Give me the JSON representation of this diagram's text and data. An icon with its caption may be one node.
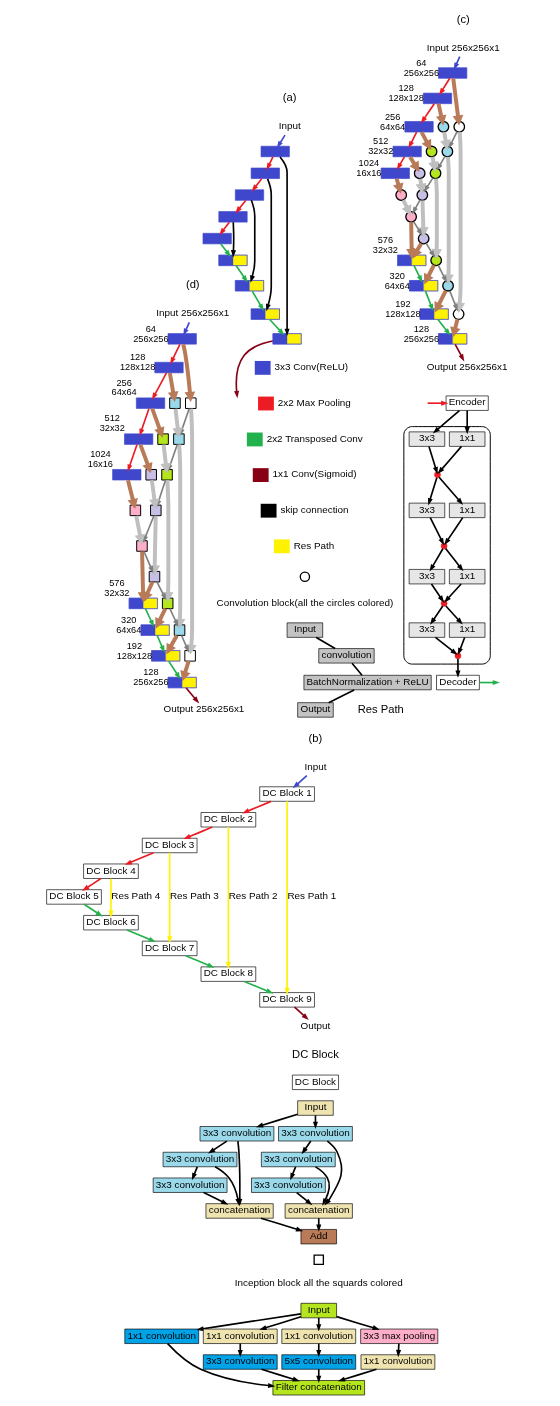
{
  "diagram": {
    "nodes": [
      {
        "text": [
          "Input"
        ]
      },
      {
        "text": [
          "DC Block 1"
        ]
      },
      {
        "text": [
          "DC Block 2"
        ]
      },
      {
        "text": [
          "DC Block 3"
        ]
      },
      {
        "text": [
          "DC Block 4"
        ]
      },
      {
        "text": [
          "DC Block 5"
        ]
      },
      {
        "text": [
          "DC Block 6"
        ]
      },
      {
        "text": [
          "DC Block 7"
        ]
      },
      {
        "text": [
          "DC Block 8"
        ]
      },
      {
        "text": [
          "DC Block 9"
        ]
      },
      {
        "text": [
          "Output"
        ]
      },
      {
        "text": [
          "Input"
        ]
      },
      {
        "text": [],
        "shape": "bar"
      },
      {
        "text": [],
        "shape": "bar"
      },
      {
        "text": [],
        "shape": "bar"
      },
      {
        "text": [],
        "shape": "bar"
      },
      {
        "text": [],
        "shape": "bar"
      },
      {
        "text": [],
        "shape": "bar"
      },
      {
        "text": [],
        "shape": "bar"
      },
      {
        "text": [],
        "shape": "bar"
      },
      {
        "text": [],
        "shape": "bar"
      },
      {
        "text": [
          "Input 256x256x1"
        ]
      },
      {
        "text": [],
        "shape": "bar",
        "beside": [
          "64",
          "256x256"
        ]
      },
      {
        "text": [],
        "shape": "bar",
        "beside": [
          "128",
          "128x128"
        ]
      },
      {
        "text": [],
        "shape": "bar",
        "beside": [
          "256",
          "64x64"
        ]
      },
      {
        "text": [],
        "shape": "bar",
        "beside": [
          "512",
          "32x32"
        ]
      },
      {
        "text": [],
        "shape": "bar",
        "beside": [
          "1024",
          "16x16"
        ]
      },
      {
        "text": [],
        "shape": "bar",
        "beside": [
          "576",
          "32x32"
        ]
      },
      {
        "text": [],
        "shape": "bar",
        "beside": [
          "320",
          "64x64"
        ]
      },
      {
        "text": [],
        "shape": "bar",
        "beside": [
          "192",
          "128x128"
        ]
      },
      {
        "text": [],
        "shape": "bar",
        "beside": [
          "128",
          "256x256"
        ]
      },
      {
        "text": [
          "Output 256x256x1"
        ]
      },
      {
        "text": [],
        "shape": "circle"
      },
      {
        "text": [],
        "shape": "circle"
      },
      {
        "text": [],
        "shape": "circle"
      },
      {
        "text": [],
        "shape": "circle"
      },
      {
        "text": [],
        "shape": "circle"
      },
      {
        "text": [],
        "shape": "circle"
      },
      {
        "text": [],
        "shape": "circle"
      },
      {
        "text": [],
        "shape": "circle"
      },
      {
        "text": [],
        "shape": "circle"
      },
      {
        "text": [],
        "shape": "circle"
      },
      {
        "text": [],
        "shape": "circle"
      },
      {
        "text": [],
        "shape": "circle"
      },
      {
        "text": [],
        "shape": "circle"
      },
      {
        "text": [
          "Input 256x256x1"
        ]
      },
      {
        "text": [],
        "shape": "bar",
        "beside": [
          "64",
          "256x256"
        ]
      },
      {
        "text": [],
        "shape": "bar",
        "beside": [
          "128",
          "128x128"
        ]
      },
      {
        "text": [],
        "shape": "bar",
        "beside": [
          "256",
          "64x64"
        ]
      },
      {
        "text": [],
        "shape": "bar",
        "beside": [
          "512",
          "32x32"
        ]
      },
      {
        "text": [],
        "shape": "bar",
        "beside": [
          "1024",
          "16x16"
        ]
      },
      {
        "text": [],
        "shape": "bar",
        "beside": [
          "576",
          "32x32"
        ]
      },
      {
        "text": [],
        "shape": "bar",
        "beside": [
          "320",
          "64x64"
        ]
      },
      {
        "text": [],
        "shape": "bar",
        "beside": [
          "192",
          "128x128"
        ]
      },
      {
        "text": [],
        "shape": "bar",
        "beside": [
          "128",
          "256x256"
        ]
      },
      {
        "text": [
          "Output 256x256x1"
        ]
      },
      {
        "text": [],
        "shape": "box"
      },
      {
        "text": [],
        "shape": "box"
      },
      {
        "text": [],
        "shape": "box"
      },
      {
        "text": [],
        "shape": "box"
      },
      {
        "text": [],
        "shape": "box"
      },
      {
        "text": [],
        "shape": "box"
      },
      {
        "text": [],
        "shape": "box"
      },
      {
        "text": [],
        "shape": "box"
      },
      {
        "text": [],
        "shape": "box"
      },
      {
        "text": [],
        "shape": "box"
      },
      {
        "text": [],
        "shape": "box"
      },
      {
        "text": [],
        "shape": "box"
      },
      {
        "text": [],
        "shape": "box"
      },
      {
        "text": [
          "Output"
        ]
      },
      {
        "text": [
          "BatchNormalization + ReLU"
        ]
      },
      {
        "text": [
          "convolution"
        ]
      },
      {
        "text": [
          "Input"
        ]
      },
      {
        "text": [
          "Encoder"
        ]
      },
      {
        "text": [],
        "shape": "arrow"
      },
      {
        "text": [
          "3x3"
        ],
        "in": 74
      },
      {
        "text": [
          "1x1"
        ],
        "in": 74
      },
      {
        "text": [],
        "shape": "cross",
        "in": 74
      },
      {
        "text": [
          "3x3"
        ],
        "in": 74
      },
      {
        "text": [
          "1x1"
        ],
        "in": 74
      },
      {
        "text": [],
        "shape": "cross",
        "in": 74
      },
      {
        "text": [
          "3x3"
        ],
        "in": 74
      },
      {
        "text": [
          "1x1"
        ],
        "in": 74
      },
      {
        "text": [],
        "shape": "cross",
        "in": 74
      },
      {
        "text": [
          "3x3"
        ],
        "in": 74
      },
      {
        "text": [
          "1x1"
        ],
        "in": 74
      },
      {
        "text": [],
        "shape": "cross",
        "in": 74
      },
      {
        "text": [
          "Decoder"
        ]
      },
      {
        "text": [
          "Input"
        ]
      },
      {
        "text": [
          "3x3 convolution"
        ]
      },
      {
        "text": [
          "3x3 convolution"
        ]
      },
      {
        "text": [
          "3x3 convolution"
        ]
      },
      {
        "text": [
          "concatenation"
        ]
      },
      {
        "text": [
          "3x3 convolution"
        ]
      },
      {
        "text": [
          "3x3 convolution"
        ]
      },
      {
        "text": [
          "3x3 convolution"
        ]
      },
      {
        "text": [
          "concatenation"
        ]
      },
      {
        "text": [
          "Add"
        ]
      },
      {
        "text": [
          "DC Block"
        ]
      },
      {
        "text": [
          "Input"
        ]
      },
      {
        "text": [
          "1x1 convolution"
        ]
      },
      {
        "text": [
          "1x1 convolution"
        ]
      },
      {
        "text": [
          "3x3 convolution"
        ]
      },
      {
        "text": [
          "1x1 convolution"
        ]
      },
      {
        "text": [
          "5x5 convolution"
        ]
      },
      {
        "text": [
          "3x3 max pooling"
        ]
      },
      {
        "text": [
          "1x1 convolution"
        ]
      },
      {
        "text": [
          "Filter concatenation"
        ]
      }
    ],
    "edges": [
      {
        "from": 0,
        "to": 1,
        "arrow": "to",
        "color": "#3f48cc"
      },
      {
        "from": 1,
        "to": 2,
        "arrow": "to",
        "color": "#ed1c24"
      },
      {
        "from": 2,
        "to": 3,
        "arrow": "to",
        "color": "#ed1c24"
      },
      {
        "from": 3,
        "to": 4,
        "arrow": "to",
        "color": "#ed1c24"
      },
      {
        "from": 4,
        "to": 5,
        "arrow": "to",
        "color": "#ed1c24"
      },
      {
        "from": 5,
        "to": 6,
        "arrow": "to",
        "color": "#22b14c"
      },
      {
        "from": 6,
        "to": 7,
        "arrow": "to",
        "color": "#22b14c"
      },
      {
        "from": 7,
        "to": 8,
        "arrow": "to",
        "color": "#22b14c"
      },
      {
        "from": 8,
        "to": 9,
        "arrow": "to",
        "color": "#22b14c"
      },
      {
        "from": 9,
        "to": 10,
        "arrow": "to",
        "color": "#880015"
      },
      {
        "from": 1,
        "to": 9,
        "arrow": "to",
        "label": "Res Path 1",
        "color": "#fff200"
      },
      {
        "from": 2,
        "to": 8,
        "arrow": "to",
        "label": "Res Path 2",
        "color": "#fff200"
      },
      {
        "from": 3,
        "to": 7,
        "arrow": "to",
        "label": "Res Path 3",
        "color": "#fff200"
      },
      {
        "from": 4,
        "to": 6,
        "arrow": "to",
        "label": "Res Path 4",
        "color": "#fff200"
      },
      {
        "from": 11,
        "to": 12,
        "arrow": "to",
        "color": "#3f48cc"
      },
      {
        "from": 12,
        "to": 13,
        "arrow": "to",
        "color": "#ed1c24"
      },
      {
        "from": 13,
        "to": 14,
        "arrow": "to",
        "color": "#ed1c24"
      },
      {
        "from": 14,
        "to": 15,
        "arrow": "to",
        "color": "#ed1c24"
      },
      {
        "from": 15,
        "to": 16,
        "arrow": "to",
        "color": "#ed1c24"
      },
      {
        "from": 16,
        "to": 17,
        "arrow": "to",
        "color": "#22b14c"
      },
      {
        "from": 17,
        "to": 18,
        "arrow": "to",
        "color": "#22b14c"
      },
      {
        "from": 18,
        "to": 19,
        "arrow": "to",
        "color": "#22b14c"
      },
      {
        "from": 19,
        "to": 20,
        "arrow": "to",
        "color": "#22b14c"
      },
      {
        "from": 12,
        "to": 20,
        "arrow": "to"
      },
      {
        "from": 13,
        "to": 19,
        "arrow": "to"
      },
      {
        "from": 14,
        "to": 18,
        "arrow": "to"
      },
      {
        "from": 15,
        "to": 17,
        "arrow": "to"
      },
      {
        "from": 20,
        "to": null,
        "arrow": "to",
        "color": "#880015"
      },
      {
        "from": 21,
        "to": 22,
        "arrow": "to",
        "color": "#3f48cc"
      },
      {
        "from": 22,
        "to": 23,
        "arrow": "to",
        "color": "#ed1c24"
      },
      {
        "from": 23,
        "to": 24,
        "arrow": "to",
        "color": "#ed1c24"
      },
      {
        "from": 24,
        "to": 25,
        "arrow": "to",
        "color": "#ed1c24"
      },
      {
        "from": 25,
        "to": 26,
        "arrow": "to",
        "color": "#ed1c24"
      },
      {
        "from": 22,
        "to": 32,
        "arrow": "to",
        "style": "thick",
        "color": "#b97a57"
      },
      {
        "from": 23,
        "to": 34,
        "arrow": "to",
        "style": "thick",
        "color": "#b97a57"
      },
      {
        "from": 24,
        "to": 37,
        "arrow": "to",
        "style": "thick",
        "color": "#b97a57"
      },
      {
        "from": 25,
        "to": 40,
        "arrow": "to",
        "style": "thick",
        "color": "#b97a57"
      },
      {
        "from": 26,
        "to": 43,
        "arrow": "to",
        "style": "thick",
        "color": "#b97a57"
      },
      {
        "from": 32,
        "to": 33,
        "arrow": "to",
        "style": "thick",
        "color": "#bfbfbf"
      },
      {
        "from": 34,
        "to": 35,
        "arrow": "to",
        "style": "thick",
        "color": "#bfbfbf"
      },
      {
        "from": 35,
        "to": 36,
        "arrow": "to",
        "style": "thick",
        "color": "#bfbfbf"
      },
      {
        "from": 37,
        "to": 38,
        "arrow": "to",
        "style": "thick",
        "color": "#bfbfbf"
      },
      {
        "from": 38,
        "to": 39,
        "arrow": "to",
        "style": "thick",
        "color": "#bfbfbf"
      },
      {
        "from": 40,
        "to": 41,
        "arrow": "to",
        "style": "thick",
        "color": "#bfbfbf"
      },
      {
        "from": 41,
        "to": 42,
        "arrow": "to",
        "style": "thick",
        "color": "#bfbfbf"
      },
      {
        "from": 43,
        "to": 44,
        "arrow": "to",
        "style": "thick",
        "color": "#bfbfbf"
      },
      {
        "from": 33,
        "to": 30,
        "arrow": "to",
        "style": "thick",
        "color": "#b97a57"
      },
      {
        "from": 36,
        "to": 29,
        "arrow": "to",
        "style": "thick",
        "color": "#b97a57"
      },
      {
        "from": 39,
        "to": 28,
        "arrow": "to",
        "style": "thick",
        "color": "#b97a57"
      },
      {
        "from": 42,
        "to": 27,
        "arrow": "to",
        "style": "thick",
        "color": "#b97a57"
      },
      {
        "from": 44,
        "to": 27,
        "arrow": "to",
        "style": "thick",
        "color": "#b97a57"
      },
      {
        "from": 27,
        "to": 28,
        "arrow": "to",
        "color": "#22b14c"
      },
      {
        "from": 28,
        "to": 29,
        "arrow": "to",
        "color": "#22b14c"
      },
      {
        "from": 29,
        "to": 30,
        "arrow": "to",
        "color": "#22b14c"
      },
      {
        "from": 30,
        "to": 31,
        "arrow": "to",
        "color": "#880015"
      },
      {
        "from": 32,
        "to": 35,
        "arrow": "to",
        "color": "#808080"
      },
      {
        "from": 35,
        "to": 38,
        "arrow": "to",
        "color": "#808080"
      },
      {
        "from": 38,
        "to": 41,
        "arrow": "to",
        "color": "#808080"
      },
      {
        "from": 41,
        "to": 44,
        "arrow": "to",
        "color": "#808080"
      },
      {
        "from": 44,
        "to": 42,
        "arrow": "to",
        "color": "#808080"
      },
      {
        "from": 42,
        "to": 39,
        "arrow": "to",
        "color": "#808080"
      },
      {
        "from": 39,
        "to": 36,
        "arrow": "to",
        "color": "#808080"
      },
      {
        "from": 36,
        "to": 33,
        "arrow": "to",
        "color": "#808080"
      },
      {
        "from": 45,
        "to": 46,
        "arrow": "to",
        "color": "#3f48cc"
      },
      {
        "from": 46,
        "to": 47,
        "arrow": "to",
        "color": "#ed1c24"
      },
      {
        "from": 47,
        "to": 48,
        "arrow": "to",
        "color": "#ed1c24"
      },
      {
        "from": 48,
        "to": 49,
        "arrow": "to",
        "color": "#ed1c24"
      },
      {
        "from": 49,
        "to": 50,
        "arrow": "to",
        "color": "#ed1c24"
      },
      {
        "from": 46,
        "to": 56,
        "arrow": "to",
        "style": "thick",
        "color": "#b97a57"
      },
      {
        "from": 47,
        "to": 58,
        "arrow": "to",
        "style": "thick",
        "color": "#b97a57"
      },
      {
        "from": 48,
        "to": 61,
        "arrow": "to",
        "style": "thick",
        "color": "#b97a57"
      },
      {
        "from": 49,
        "to": 64,
        "arrow": "to",
        "style": "thick",
        "color": "#b97a57"
      },
      {
        "from": 50,
        "to": 67,
        "arrow": "to",
        "style": "thick",
        "color": "#b97a57"
      },
      {
        "from": 56,
        "to": 57,
        "arrow": "to",
        "style": "thick",
        "color": "#bfbfbf"
      },
      {
        "from": 58,
        "to": 59,
        "arrow": "to",
        "style": "thick",
        "color": "#bfbfbf"
      },
      {
        "from": 59,
        "to": 60,
        "arrow": "to",
        "style": "thick",
        "color": "#bfbfbf"
      },
      {
        "from": 61,
        "to": 62,
        "arrow": "to",
        "style": "thick",
        "color": "#bfbfbf"
      },
      {
        "from": 62,
        "to": 63,
        "arrow": "to",
        "style": "thick",
        "color": "#bfbfbf"
      },
      {
        "from": 64,
        "to": 65,
        "arrow": "to",
        "style": "thick",
        "color": "#bfbfbf"
      },
      {
        "from": 65,
        "to": 66,
        "arrow": "to",
        "style": "thick",
        "color": "#bfbfbf"
      },
      {
        "from": 67,
        "to": 68,
        "arrow": "to",
        "style": "thick",
        "color": "#bfbfbf"
      },
      {
        "from": 57,
        "to": 54,
        "arrow": "to",
        "style": "thick",
        "color": "#b97a57"
      },
      {
        "from": 60,
        "to": 53,
        "arrow": "to",
        "style": "thick",
        "color": "#b97a57"
      },
      {
        "from": 63,
        "to": 52,
        "arrow": "to",
        "style": "thick",
        "color": "#b97a57"
      },
      {
        "from": 66,
        "to": 51,
        "arrow": "to",
        "style": "thick",
        "color": "#b97a57"
      },
      {
        "from": 68,
        "to": 51,
        "arrow": "to",
        "style": "thick",
        "color": "#b97a57"
      },
      {
        "from": 51,
        "to": 52,
        "arrow": "to",
        "color": "#22b14c"
      },
      {
        "from": 52,
        "to": 53,
        "arrow": "to",
        "color": "#22b14c"
      },
      {
        "from": 53,
        "to": 54,
        "arrow": "to",
        "color": "#22b14c"
      },
      {
        "from": 54,
        "to": 55,
        "arrow": "to",
        "color": "#880015"
      },
      {
        "from": 56,
        "to": 59,
        "arrow": "to",
        "color": "#808080"
      },
      {
        "from": 59,
        "to": 62,
        "arrow": "to",
        "color": "#808080"
      },
      {
        "from": 62,
        "to": 65,
        "arrow": "to",
        "color": "#808080"
      },
      {
        "from": 65,
        "to": 68,
        "arrow": "to",
        "color": "#808080"
      },
      {
        "from": 68,
        "to": 66,
        "arrow": "to",
        "color": "#808080"
      },
      {
        "from": 66,
        "to": 63,
        "arrow": "to",
        "color": "#808080"
      },
      {
        "from": 63,
        "to": 60,
        "arrow": "to",
        "color": "#808080"
      },
      {
        "from": 60,
        "to": 57,
        "arrow": "to",
        "color": "#808080"
      },
      {
        "from": 72,
        "to": 71,
        "arrow": "none"
      },
      {
        "from": 71,
        "to": 70,
        "arrow": "none"
      },
      {
        "from": 70,
        "to": 69,
        "arrow": "none"
      },
      {
        "from": null,
        "to": 73,
        "arrow": "to",
        "color": "#ed1c24"
      },
      {
        "from": 73,
        "to": 75,
        "arrow": "to"
      },
      {
        "from": 73,
        "to": 76,
        "arrow": "to"
      },
      {
        "from": 75,
        "to": 77,
        "arrow": "to"
      },
      {
        "from": 76,
        "to": 77,
        "arrow": "to"
      },
      {
        "from": 77,
        "to": 78,
        "arrow": "to"
      },
      {
        "from": 77,
        "to": 79,
        "arrow": "to"
      },
      {
        "from": 78,
        "to": 80,
        "arrow": "to"
      },
      {
        "from": 79,
        "to": 80,
        "arrow": "to"
      },
      {
        "from": 80,
        "to": 81,
        "arrow": "to"
      },
      {
        "from": 80,
        "to": 82,
        "arrow": "to"
      },
      {
        "from": 81,
        "to": 83,
        "arrow": "to"
      },
      {
        "from": 82,
        "to": 83,
        "arrow": "to"
      },
      {
        "from": 83,
        "to": 84,
        "arrow": "to"
      },
      {
        "from": 83,
        "to": 85,
        "arrow": "to"
      },
      {
        "from": 84,
        "to": 86,
        "arrow": "to"
      },
      {
        "from": 85,
        "to": 86,
        "arrow": "to"
      },
      {
        "from": 86,
        "to": 87,
        "arrow": "to"
      },
      {
        "from": 87,
        "to": null,
        "arrow": "to",
        "color": "#22b14c"
      },
      {
        "from": 88,
        "to": 89,
        "arrow": "to"
      },
      {
        "from": 89,
        "to": 90,
        "arrow": "to"
      },
      {
        "from": 90,
        "to": 91,
        "arrow": "to"
      },
      {
        "from": 89,
        "to": 92,
        "arrow": "to"
      },
      {
        "from": 90,
        "to": 92,
        "arrow": "to"
      },
      {
        "from": 91,
        "to": 92,
        "arrow": "to"
      },
      {
        "from": 88,
        "to": 93,
        "arrow": "to"
      },
      {
        "from": 93,
        "to": 94,
        "arrow": "to"
      },
      {
        "from": 94,
        "to": 95,
        "arrow": "to"
      },
      {
        "from": 93,
        "to": 96,
        "arrow": "to"
      },
      {
        "from": 94,
        "to": 96,
        "arrow": "to"
      },
      {
        "from": 95,
        "to": 96,
        "arrow": "to"
      },
      {
        "from": 92,
        "to": 97,
        "arrow": "to"
      },
      {
        "from": 96,
        "to": 97,
        "arrow": "to"
      },
      {
        "from": 99,
        "to": 100,
        "arrow": "to"
      },
      {
        "from": 99,
        "to": 101,
        "arrow": "to"
      },
      {
        "from": 99,
        "to": 103,
        "arrow": "to"
      },
      {
        "from": 99,
        "to": 105,
        "arrow": "to"
      },
      {
        "from": 100,
        "to": 107,
        "arrow": "to"
      },
      {
        "from": 101,
        "to": 102,
        "arrow": "to"
      },
      {
        "from": 102,
        "to": 107,
        "arrow": "to"
      },
      {
        "from": 103,
        "to": 104,
        "arrow": "to"
      },
      {
        "from": 104,
        "to": 107,
        "arrow": "to"
      },
      {
        "from": 105,
        "to": 106,
        "arrow": "to"
      },
      {
        "from": 106,
        "to": 107,
        "arrow": "to"
      }
    ],
    "labels": [
      "(a)",
      "(b)",
      "(c)",
      "(d)",
      "Res Path",
      "DC Block"
    ],
    "legend": [
      {
        "text": "3x3 Conv(ReLU)",
        "color": "#3f48cc"
      },
      {
        "text": "2x2 Max Pooling",
        "color": "#ed1c24"
      },
      {
        "text": "2x2 Transposed Conv",
        "color": "#22b14c"
      },
      {
        "text": "1x1 Conv(Sigmoid)",
        "color": "#880015"
      },
      {
        "text": "skip connection",
        "color": "#000000"
      },
      {
        "text": "Res Path",
        "color": "#fff200"
      },
      {
        "text": "Convolution block(all the circles colored)"
      },
      {
        "text": "Inception block all the squards colored"
      }
    ]
  }
}
